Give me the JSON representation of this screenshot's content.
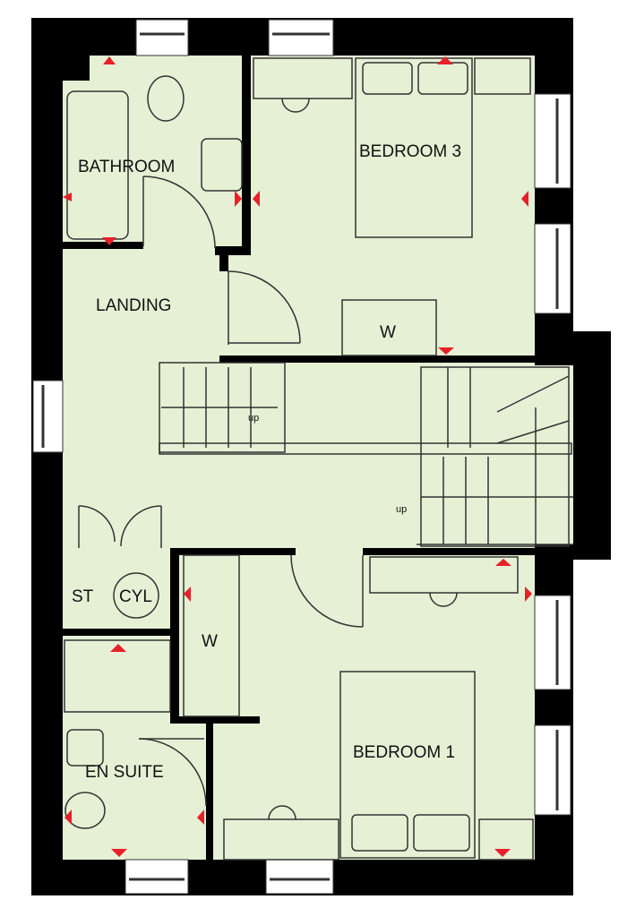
{
  "plan": {
    "rooms": {
      "bathroom": "BATHROOM",
      "bedroom3": "BEDROOM 3",
      "landing": "LANDING",
      "wardrobe_upper": "W",
      "stairs_up_1": "up",
      "stairs_up_2": "up",
      "storage": "ST",
      "cylinder": "CYL",
      "wardrobe_lower": "W",
      "en_suite": "EN SUITE",
      "bedroom1": "BEDROOM 1"
    },
    "colors": {
      "floor": "#e6f0d5",
      "wall": "#000000",
      "marker": "#e8202a"
    }
  }
}
